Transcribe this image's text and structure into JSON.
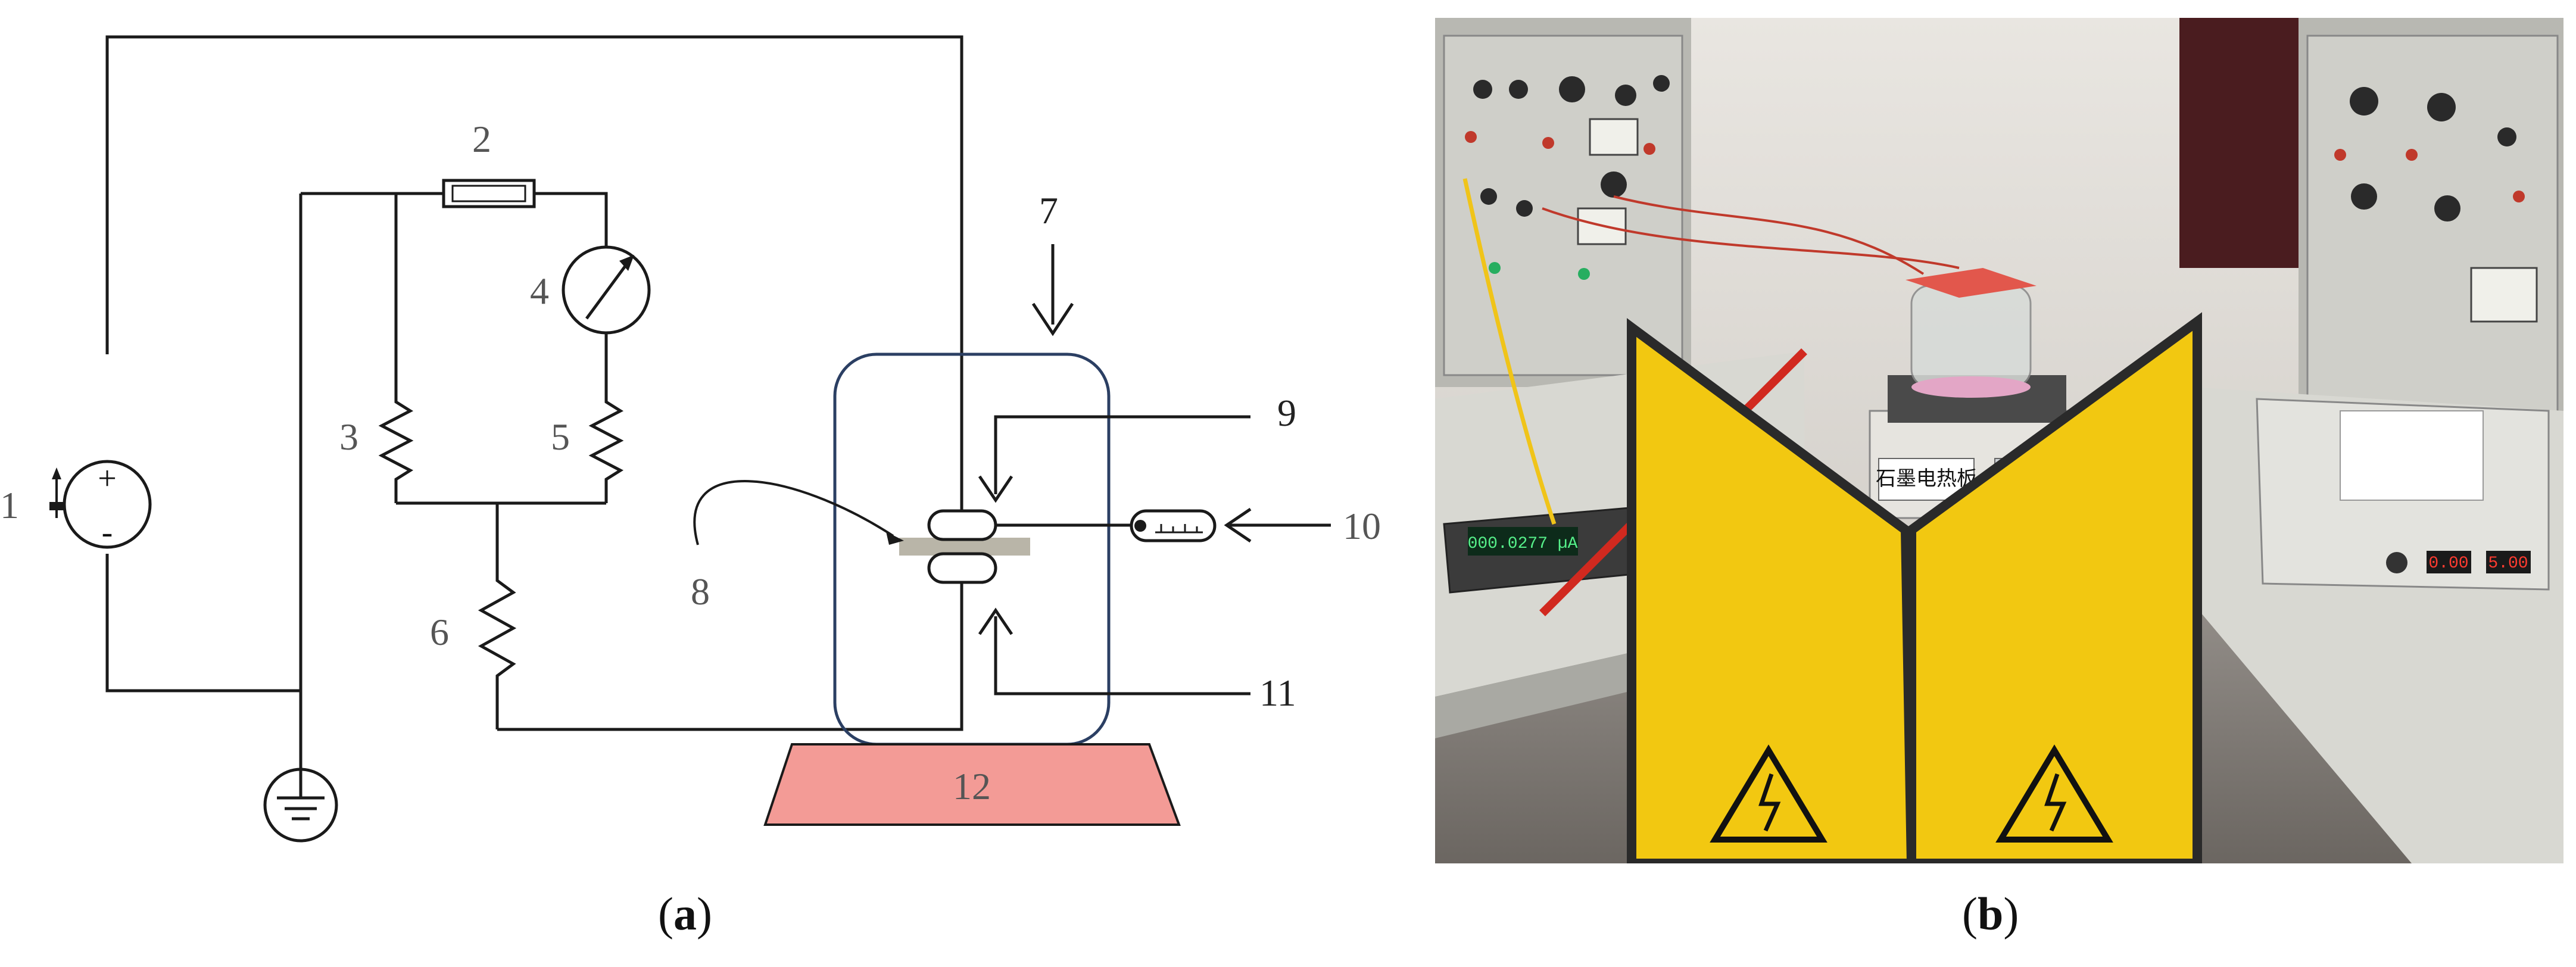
{
  "panel_a": {
    "caption_letter": "a",
    "labels": {
      "n1": "1",
      "n2": "2",
      "n3": "3",
      "n4": "4",
      "n5": "5",
      "n6": "6",
      "n7": "7",
      "n8": "8",
      "n9": "9",
      "n10": "10",
      "n11": "11",
      "n12": "12"
    },
    "source_plus": "+",
    "source_minus": "-"
  },
  "panel_b": {
    "caption_letter": "b",
    "meter_readout": "000.0277 µA",
    "hotplate_label": "石墨电热板",
    "supply_display_left": "0.00",
    "supply_display_right": "5.00"
  },
  "colors": {
    "wire": "#1a1a1a",
    "enclosure": "#2b3f63",
    "plate": "#f39b96",
    "electrode_fill": "#ffffff",
    "sample_bar": "#b9b5a8",
    "label_text": "#555555"
  }
}
